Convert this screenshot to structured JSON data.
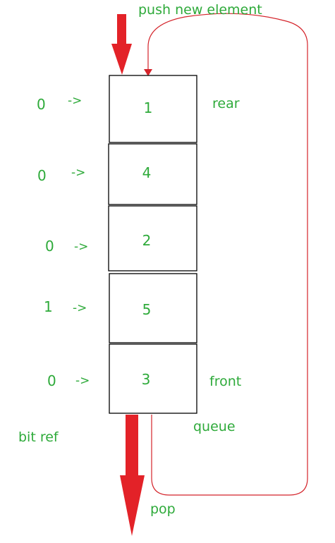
{
  "title": "push new element",
  "queue_cells": [
    "1",
    "4",
    "2",
    "5",
    "3"
  ],
  "bit_refs": [
    "0",
    "0",
    "0",
    "1",
    "0"
  ],
  "arrow_text": "->",
  "labels": {
    "rear": "rear",
    "front": "front",
    "queue": "queue",
    "bit_ref": "bit ref",
    "pop": "pop"
  },
  "colors": {
    "text": "#2eaa3a",
    "arrow": "#e32228",
    "line": "#d4232a",
    "border": "#000000"
  }
}
